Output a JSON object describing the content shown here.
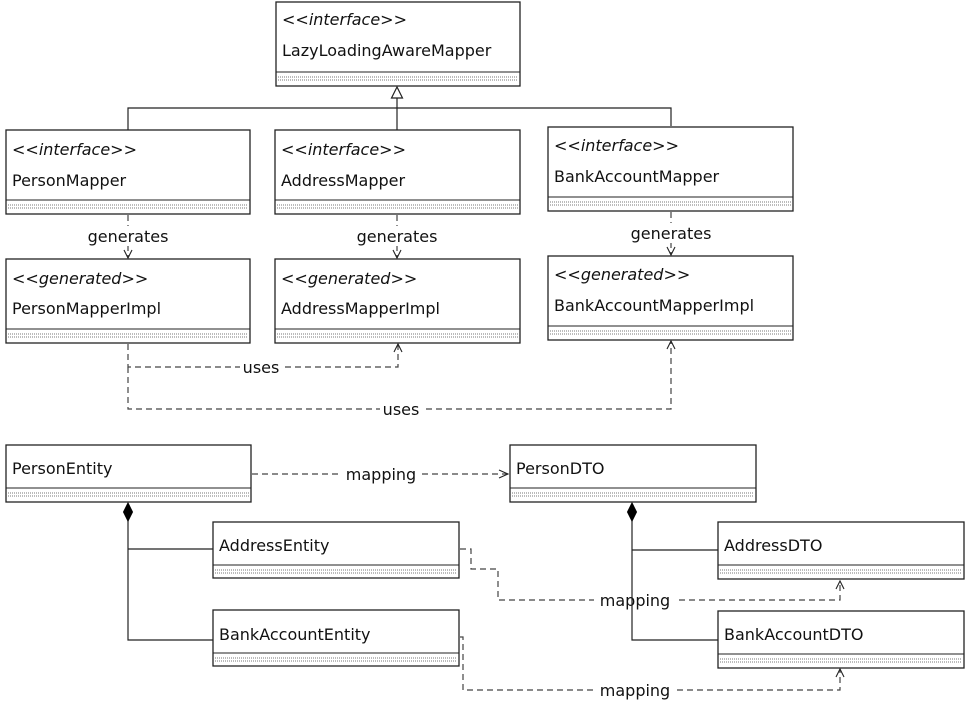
{
  "classes": {
    "lazy_loading_aware_mapper": {
      "stereotype": "<<interface>>",
      "name": "LazyLoadingAwareMapper"
    },
    "person_mapper": {
      "stereotype": "<<interface>>",
      "name": "PersonMapper"
    },
    "address_mapper": {
      "stereotype": "<<interface>>",
      "name": "AddressMapper"
    },
    "bank_account_mapper": {
      "stereotype": "<<interface>>",
      "name": "BankAccountMapper"
    },
    "person_mapper_impl": {
      "stereotype": "<<generated>>",
      "name": "PersonMapperImpl"
    },
    "address_mapper_impl": {
      "stereotype": "<<generated>>",
      "name": "AddressMapperImpl"
    },
    "bank_account_mapper_impl": {
      "stereotype": "<<generated>>",
      "name": "BankAccountMapperImpl"
    },
    "person_entity": {
      "name": "PersonEntity"
    },
    "address_entity": {
      "name": "AddressEntity"
    },
    "bank_account_entity": {
      "name": "BankAccountEntity"
    },
    "person_dto": {
      "name": "PersonDTO"
    },
    "address_dto": {
      "name": "AddressDTO"
    },
    "bank_account_dto": {
      "name": "BankAccountDTO"
    }
  },
  "labels": {
    "generates": "generates",
    "uses": "uses",
    "mapping": "mapping"
  }
}
